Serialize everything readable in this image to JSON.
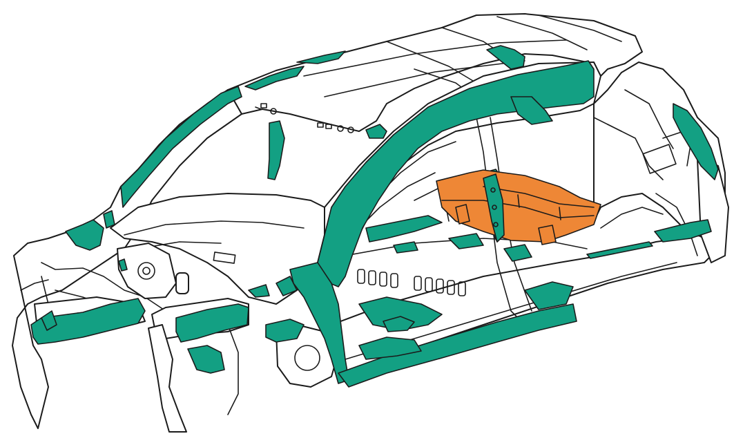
{
  "colors": {
    "background": "#ffffff",
    "outline": "#1b1b1b",
    "highlight_structure": "#13a083",
    "highlight_battery": "#ee8736"
  },
  "regions": [
    {
      "name": "body-in-white-frame",
      "color": "outline"
    },
    {
      "name": "reinforced-structure",
      "color": "highlight_structure"
    },
    {
      "name": "under-seat-battery-pack",
      "color": "highlight_battery"
    }
  ]
}
